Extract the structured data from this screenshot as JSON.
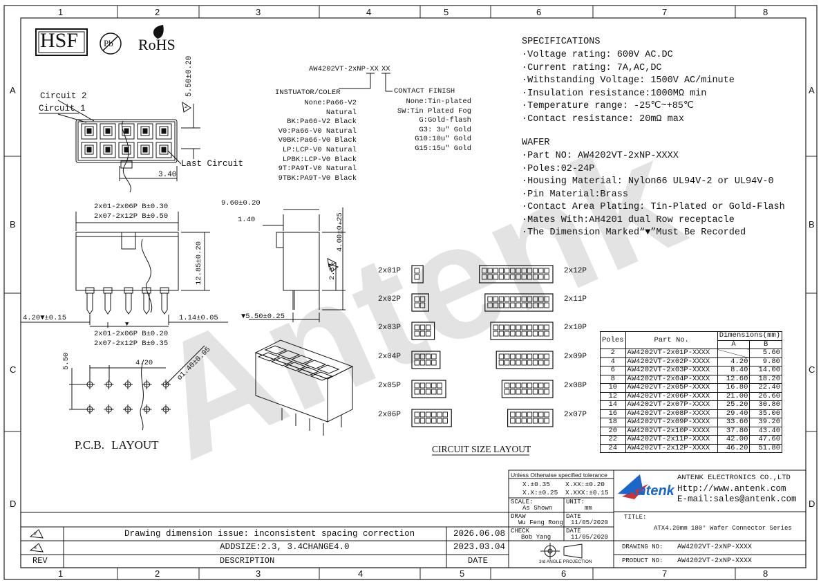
{
  "border_labels": {
    "cols": [
      "1",
      "2",
      "3",
      "4",
      "5",
      "6",
      "7",
      "8"
    ],
    "rows": [
      "A",
      "B",
      "C",
      "D"
    ]
  },
  "logos": {
    "hsf": "HSF",
    "pb": "Pb",
    "rohs": "RoHS"
  },
  "part_code": {
    "template": "AW4202VT-2xNP-XX",
    "suffix": "XX",
    "insulator_header": "INSTUATOR/COLER",
    "insulator_options": [
      "None:Pa66-V2 Natural",
      "BK:Pa66-V2 Black",
      "V0:Pa66-V0 Natural",
      "V0BK:Pa66-V0 Black",
      "LP:LCP-V0 Natural",
      "LPBK:LCP-V0 Black",
      "9T:PA9T-V0 Natural",
      "9TBK:PA9T-V0 Black"
    ],
    "contact_header": "CONTACT FINISH",
    "contact_options": [
      "None:Tin-plated",
      "SW:Tin Plated Fog",
      "G:Gold-flash",
      "G3: 3u\" Gold",
      "G10:10u\" Gold",
      "G15:15u\" Gold"
    ]
  },
  "specifications": {
    "title": "SPECIFICATIONS",
    "items": [
      "·Voltage rating: 600V AC.DC",
      "·Current rating: 7A,AC,DC",
      "·Withstanding Voltage: 1500V AC/minute",
      "·Insulation resistance:1000MΩ min",
      "·Temperature range: -25℃~+85℃",
      "·Contact resistance: 20mΩ max"
    ]
  },
  "wafer": {
    "title": "WAFER",
    "items": [
      "·Part NO: AW4202VT-2xNP-XXXX",
      "·Poles:02-24P",
      "·Housing Material: Nylon66 UL94V-2 or UL94V-0",
      "·Pin Material:Brass",
      "·Contact Area Plating: Tin-Plated or Gold-Flash",
      "·Mates With:AH4201 dual Row receptacle",
      "·The Dimension Marked“▼”Must Be Recorded"
    ]
  },
  "front_view": {
    "circuit2": "Circuit 2",
    "circuit1": "Circuit 1",
    "last_circuit": "Last Circuit",
    "dim_5_50": "5.50±0.20",
    "dim_3_40": "3.40",
    "rev_mark": "2"
  },
  "side_views": {
    "b1a": "2x01-2x06P B±0.30",
    "b1b": "2x07-2x12P B±0.50",
    "dim_12_85": "12.85±0.20",
    "dim_4_20": "4.20▼±0.15",
    "dim_1_14": "1.14±0.05",
    "b2a": "2x01-2x06P B±0.20",
    "b2b": "2x07-2x12P B±0.35",
    "dim_9_60": "9.60±0.20",
    "dim_1_40": "1.40",
    "dim_4_00": "4.00±0.25",
    "dim_2_3": "2.3",
    "dim_5_50b": "▼5.50±0.25",
    "rev_a": "4",
    "rev_b": "4"
  },
  "pcb": {
    "dim_5_50": "5.50",
    "dim_4_20": "4.20",
    "hole": "ø1.40±0.05",
    "caption": "P.C.B.  LAYOUT"
  },
  "circuit_layout": {
    "caption": "CIRCUIT SIZE LAYOUT",
    "left": [
      "2x01P",
      "2x02P",
      "2x03P",
      "2x04P",
      "2x05P",
      "2x06P"
    ],
    "right": [
      "2x12P",
      "2x11P",
      "2x10P",
      "2x09P",
      "2x08P",
      "2x07P"
    ],
    "left_cols": [
      1,
      2,
      3,
      4,
      5,
      6
    ],
    "right_cols": [
      12,
      11,
      10,
      9,
      8,
      7
    ]
  },
  "dim_table": {
    "header_poles": "Poles",
    "header_part": "Part No.",
    "header_dims": "Dimensions(mm)",
    "header_a": "A",
    "header_b": "B",
    "rows": [
      {
        "poles": "2",
        "part": "AW4202VT-2x01P-XXXX",
        "a": "",
        "b": "5.60"
      },
      {
        "poles": "4",
        "part": "AW4202VT-2x02P-XXXX",
        "a": "4.20",
        "b": "9.80"
      },
      {
        "poles": "6",
        "part": "AW4202VT-2x03P-XXXX",
        "a": "8.40",
        "b": "14.00"
      },
      {
        "poles": "8",
        "part": "AW4202VT-2x04P-XXXX",
        "a": "12.60",
        "b": "18.20"
      },
      {
        "poles": "10",
        "part": "AW4202VT-2x05P-XXXX",
        "a": "16.80",
        "b": "22.40"
      },
      {
        "poles": "12",
        "part": "AW4202VT-2x06P-XXXX",
        "a": "21.00",
        "b": "26.60"
      },
      {
        "poles": "14",
        "part": "AW4202VT-2x07P-XXXX",
        "a": "25.20",
        "b": "30.80"
      },
      {
        "poles": "16",
        "part": "AW4202VT-2x08P-XXXX",
        "a": "29.40",
        "b": "35.00"
      },
      {
        "poles": "18",
        "part": "AW4202VT-2x09P-XXXX",
        "a": "33.60",
        "b": "39.20"
      },
      {
        "poles": "20",
        "part": "AW4202VT-2x10P-XXXX",
        "a": "37.80",
        "b": "43.40"
      },
      {
        "poles": "22",
        "part": "AW4202VT-2x11P-XXXX",
        "a": "42.00",
        "b": "47.60"
      },
      {
        "poles": "24",
        "part": "AW4202VT-2x12P-XXXX",
        "a": "46.20",
        "b": "51.80"
      }
    ]
  },
  "watermark": "Antenk",
  "title_block": {
    "tolerance_header": "Unless Otherwise specified tolerance",
    "tol_x": "X.±0.35",
    "tol_xx": "X.XX:±0.20",
    "tol_xdot": "X.X:±0.25",
    "tol_xxx": "X.XXX:±0.15",
    "scale_label": "SCALE:",
    "scale_value": "As Shown",
    "unit_label": "UNIT:",
    "unit_value": "mm",
    "draw_label": "DRAW",
    "draw_value": "Wu Feng Rong",
    "draw_date_label": "DATE",
    "draw_date": "11/05/2020",
    "check_label": "CHECK",
    "check_value": "Bob Yang",
    "check_date_label": "DATE",
    "check_date": "11/05/2020",
    "projection": "3rd ANGLE PROJECTION",
    "company": "ANTENK ELECTRONICS CO.,LTD",
    "http": "Http://www.antenk.com",
    "email": "E-mail:sales@antenk.com",
    "logo": "Antenk",
    "title_label": "TITLE:",
    "title_value": "ATX4.20mm 180° Wafer Connector Series",
    "drawing_no_label": "DRAWING NO:",
    "drawing_no": "AW4202VT-2xNP-XXXX",
    "product_no_label": "PRODUCT NO:",
    "product_no": "AW4202VT-2xNP-XXXX"
  },
  "revisions": {
    "rows": [
      {
        "rev": "2",
        "desc": "Drawing dimension issue: inconsistent spacing correction",
        "date": "2026.06.08"
      },
      {
        "rev": "4",
        "desc": "ADDSIZE:2.3,  3.4CHANGE4.0",
        "date": "2023.03.04"
      }
    ],
    "rev_header": "REV",
    "desc_header": "DESCRIPTION",
    "date_header": "DATE"
  }
}
